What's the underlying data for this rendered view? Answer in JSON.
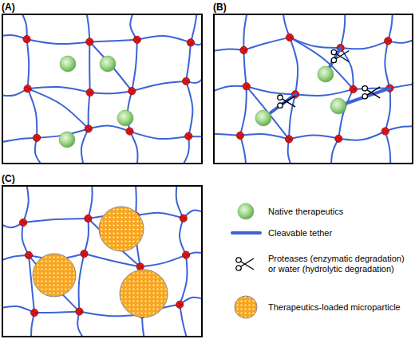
{
  "diagram": {
    "nodes": [
      {
        "text": [
          "(A)"
        ]
      },
      {
        "text": [
          "(B)"
        ]
      },
      {
        "text": [
          "(C)"
        ]
      }
    ],
    "legend": [
      {
        "text": "Native therapeutics"
      },
      {
        "text": "Cleavable tether"
      },
      {
        "text": "Proteases (enzymatic degradation) or water (hydrolytic degradation)"
      },
      {
        "text": "Therapeutics-loaded microparticle"
      }
    ]
  }
}
